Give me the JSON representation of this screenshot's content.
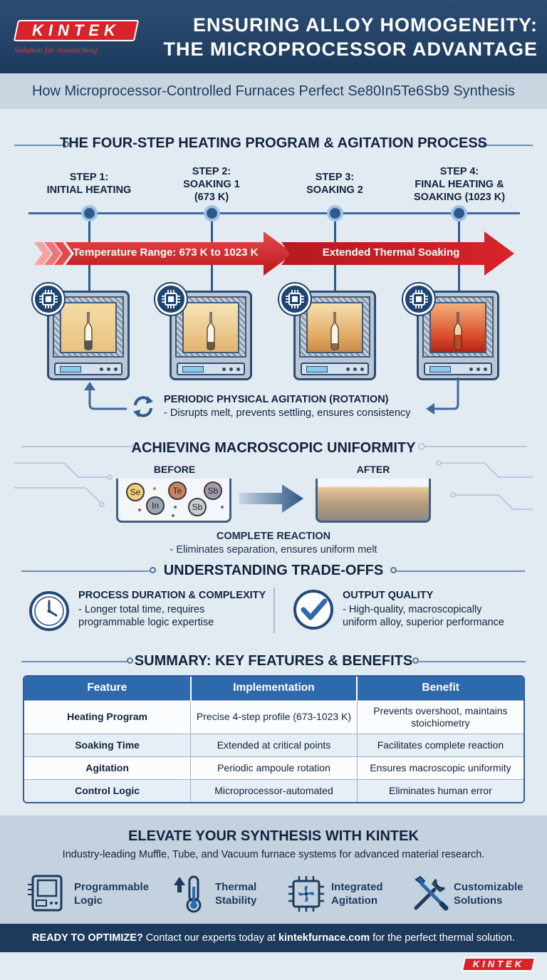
{
  "header": {
    "logo": "KINTEK",
    "tagline": "Solution for researching",
    "title_line1": "ENSURING ALLOY HOMOGENEITY:",
    "title_line2": "THE MICROPROCESSOR ADVANTAGE",
    "subtitle": "How Microprocessor-Controlled Furnaces Perfect Se80In5Te6Sb9 Synthesis"
  },
  "process": {
    "title": "THE FOUR-STEP HEATING PROGRAM & AGITATION PROCESS",
    "steps": [
      {
        "l1": "STEP 1:",
        "l2": "INITIAL HEATING",
        "l3": ""
      },
      {
        "l1": "STEP 2:",
        "l2": "SOAKING 1",
        "l3": "(673 K)"
      },
      {
        "l1": "STEP 3:",
        "l2": "SOAKING 2",
        "l3": ""
      },
      {
        "l1": "STEP 4:",
        "l2": "FINAL HEATING &",
        "l3": "SOAKING (1023 K)"
      }
    ],
    "arrow1": "Temperature Range: 673 K to 1023 K",
    "arrow2": "Extended Thermal Soaking",
    "agitation_title": "PERIODIC PHYSICAL AGITATION (ROTATION)",
    "agitation_sub": "- Disrupts melt, prevents settling, ensures consistency"
  },
  "uniformity": {
    "title": "ACHIEVING MACROSCOPIC UNIFORMITY",
    "before": "BEFORE",
    "after": "AFTER",
    "elements": [
      "Se",
      "Te",
      "Sb",
      "In",
      "Sb"
    ],
    "result_title": "COMPLETE REACTION",
    "result_sub": "- Eliminates separation, ensures uniform melt"
  },
  "tradeoffs": {
    "title": "UNDERSTANDING TRADE-OFFS",
    "left_title": "PROCESS DURATION & COMPLEXITY",
    "left_l1": "- Longer total time, requires",
    "left_l2": "programmable logic expertise",
    "right_title": "OUTPUT QUALITY",
    "right_l1": "- High-quality, macroscopically",
    "right_l2": "uniform alloy, superior performance"
  },
  "summary": {
    "title": "SUMMARY: KEY FEATURES & BENEFITS",
    "headers": [
      "Feature",
      "Implementation",
      "Benefit"
    ],
    "rows": [
      [
        "Heating Program",
        "Precise 4-step profile (673-1023 K)",
        "Prevents overshoot, maintains stoichiometry"
      ],
      [
        "Soaking Time",
        "Extended at critical points",
        "Facilitates complete reaction"
      ],
      [
        "Agitation",
        "Periodic ampoule rotation",
        "Ensures macroscopic uniformity"
      ],
      [
        "Control Logic",
        "Microprocessor-automated",
        "Eliminates human error"
      ]
    ]
  },
  "cta": {
    "title": "ELEVATE YOUR SYNTHESIS WITH KINTEK",
    "subtitle": "Industry-leading Muffle, Tube, and Vacuum furnace systems for advanced material research.",
    "features": [
      {
        "l1": "Programmable",
        "l2": "Logic"
      },
      {
        "l1": "Thermal",
        "l2": "Stability"
      },
      {
        "l1": "Integrated",
        "l2": "Agitation"
      },
      {
        "l1": "Customizable",
        "l2": "Solutions"
      }
    ],
    "bar_lead": "READY TO OPTIMIZE?",
    "bar_mid": " Contact our experts today at ",
    "bar_link": "kintekfurnace.com",
    "bar_tail": " for the perfect thermal solution.",
    "footer_logo": "KINTEK"
  },
  "colors": {
    "navy": "#1d3a5c",
    "accent_red": "#d8232a",
    "table_header": "#2e69ad"
  }
}
